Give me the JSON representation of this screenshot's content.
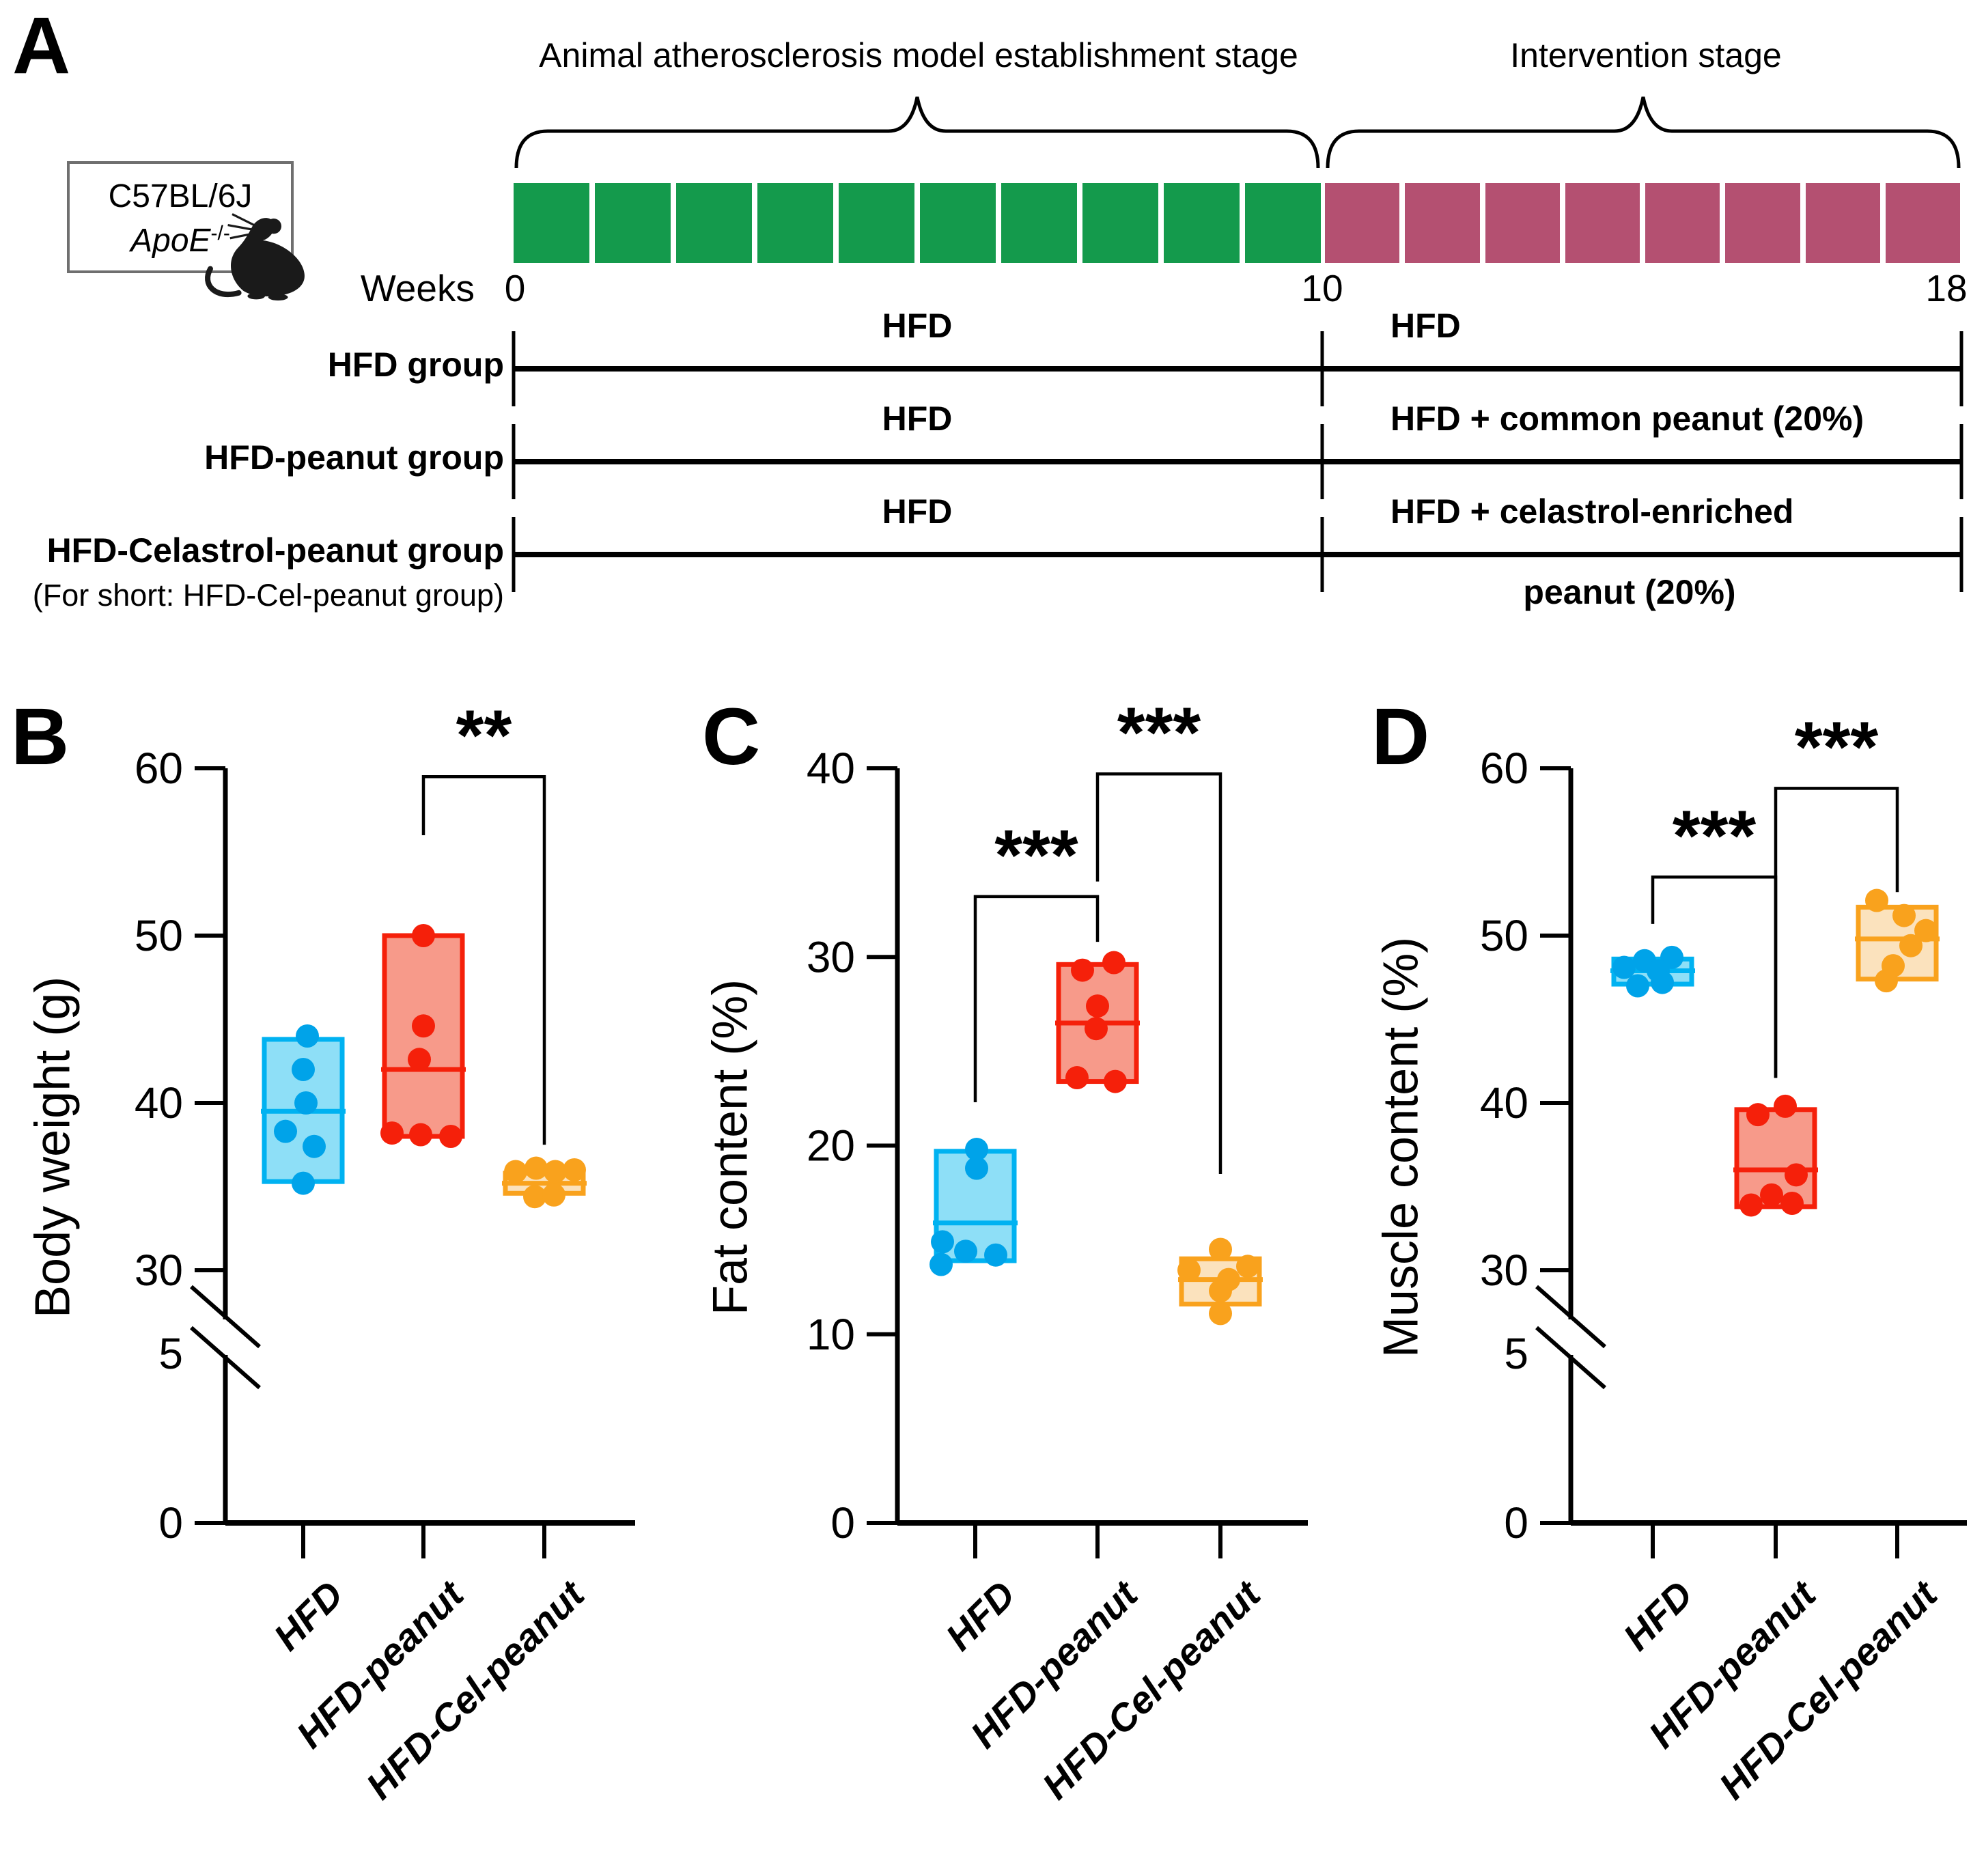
{
  "background": "#ffffff",
  "panelA": {
    "panel_label": "A",
    "stage1_title": "Animal atherosclerosis model establishment stage",
    "stage2_title": "Intervention stage",
    "mouse_box": {
      "line1": "C57BL/6J",
      "line2": "ApoE",
      "line2_sup": "-/-"
    },
    "weeks_label": "Weeks",
    "week_ticks": [
      "0",
      "10",
      "18"
    ],
    "stage1_blocks": 10,
    "stage2_blocks": 8,
    "colors": {
      "stage1_block": "#149a4c",
      "stage2_block": "#b45071"
    },
    "groups": [
      {
        "label": "HFD group",
        "sub": "",
        "seg1": "HFD",
        "seg2": "HFD",
        "seg2b": ""
      },
      {
        "label": "HFD-peanut group",
        "sub": "",
        "seg1": "HFD",
        "seg2": "HFD + common peanut (20%)",
        "seg2b": ""
      },
      {
        "label": "HFD-Celastrol-peanut group",
        "sub": "(For short: HFD-Cel-peanut group)",
        "seg1": "HFD",
        "seg2": "HFD + celastrol-enriched",
        "seg2b": "peanut (20%)"
      }
    ]
  },
  "chart_data": [
    {
      "panel_label": "B",
      "type": "box-scatter",
      "title": "",
      "xlabel": "",
      "ylabel": "Body weight (g)",
      "categories": [
        "HFD",
        "HFD-peanut",
        "HFD-Cel-peanut"
      ],
      "y_axis": {
        "ticks": [
          0,
          30,
          40,
          50,
          60
        ],
        "break_label": "5",
        "axis_break": true,
        "ylim": [
          0,
          60
        ],
        "grid": false
      },
      "series": [
        {
          "name": "HFD",
          "fill": "#8edff7",
          "stroke": "#00b2f1",
          "point_color": "#00a3e9",
          "box": {
            "q1": 35.3,
            "median": 39.5,
            "q3": 43.8
          },
          "points": [
            44.0,
            42.0,
            40.0,
            38.3,
            37.4,
            35.2
          ],
          "jitter": [
            6,
            0,
            4,
            -26,
            16,
            0
          ]
        },
        {
          "name": "HFD-peanut",
          "fill": "#f79a8a",
          "stroke": "#f5200a",
          "point_color": "#f5200a",
          "box": {
            "q1": 38.0,
            "median": 42.0,
            "q3": 50.0
          },
          "points": [
            50.0,
            44.6,
            42.6,
            38.2,
            38.1,
            38.0
          ],
          "jitter": [
            0,
            0,
            -6,
            -46,
            -4,
            40
          ]
        },
        {
          "name": "HFD-Cel-peanut",
          "fill": "#fbe2bd",
          "stroke": "#f9a21d",
          "point_color": "#f9a21d",
          "box": {
            "q1": 34.6,
            "median": 35.2,
            "q3": 35.8
          },
          "points": [
            35.9,
            36.1,
            35.9,
            36.0,
            34.4,
            34.5
          ],
          "jitter": [
            -42,
            -12,
            16,
            44,
            -14,
            14
          ]
        }
      ],
      "significance": [
        {
          "groups": [
            1,
            2
          ],
          "label": "**",
          "bar_y": 59.5,
          "left_end": 56.0,
          "right_end": 37.5
        }
      ]
    },
    {
      "panel_label": "C",
      "type": "box-scatter",
      "title": "",
      "xlabel": "",
      "ylabel": "Fat content (%)",
      "categories": [
        "HFD",
        "HFD-peanut",
        "HFD-Cel-peanut"
      ],
      "y_axis": {
        "ticks": [
          0,
          10,
          20,
          30,
          40
        ],
        "axis_break": false,
        "ylim": [
          0,
          40
        ],
        "grid": false
      },
      "series": [
        {
          "name": "HFD",
          "fill": "#8edff7",
          "stroke": "#00b2f1",
          "point_color": "#00a3e9",
          "box": {
            "q1": 13.9,
            "median": 15.9,
            "q3": 19.7
          },
          "points": [
            19.8,
            18.8,
            14.9,
            14.4,
            14.2,
            13.7
          ],
          "jitter": [
            2,
            2,
            -48,
            -14,
            30,
            -50
          ]
        },
        {
          "name": "HFD-peanut",
          "fill": "#f79a8a",
          "stroke": "#f5200a",
          "point_color": "#f5200a",
          "box": {
            "q1": 23.4,
            "median": 26.5,
            "q3": 29.6
          },
          "points": [
            29.7,
            29.3,
            27.4,
            26.2,
            23.6,
            23.4
          ],
          "jitter": [
            24,
            -22,
            0,
            -2,
            -30,
            26
          ]
        },
        {
          "name": "HFD-Cel-peanut",
          "fill": "#fbe2bd",
          "stroke": "#f9a21d",
          "point_color": "#f9a21d",
          "box": {
            "q1": 11.6,
            "median": 12.9,
            "q3": 14.0
          },
          "points": [
            14.5,
            13.6,
            13.4,
            12.9,
            12.3,
            11.1
          ],
          "jitter": [
            0,
            40,
            -46,
            12,
            0,
            0
          ]
        }
      ],
      "significance": [
        {
          "groups": [
            0,
            1
          ],
          "label": "***",
          "bar_y": 33.2,
          "left_end": 22.3,
          "right_end": 30.8
        },
        {
          "groups": [
            1,
            2
          ],
          "label": "***",
          "bar_y": 39.7,
          "left_end": 34.0,
          "right_end": 18.5
        }
      ]
    },
    {
      "panel_label": "D",
      "type": "box-scatter",
      "title": "",
      "xlabel": "",
      "ylabel": "Muscle content (%)",
      "categories": [
        "HFD",
        "HFD-peanut",
        "HFD-Cel-peanut"
      ],
      "y_axis": {
        "ticks": [
          0,
          30,
          40,
          50,
          60
        ],
        "break_label": "5",
        "axis_break": true,
        "ylim": [
          0,
          60
        ],
        "grid": false
      },
      "series": [
        {
          "name": "HFD",
          "fill": "#8edff7",
          "stroke": "#00b2f1",
          "point_color": "#00a3e9",
          "box": {
            "q1": 47.1,
            "median": 47.9,
            "q3": 48.6
          },
          "points": [
            48.5,
            48.7,
            48.1,
            47.9,
            47.0,
            47.2
          ],
          "jitter": [
            -12,
            28,
            -42,
            8,
            -22,
            14
          ]
        },
        {
          "name": "HFD-peanut",
          "fill": "#f79a8a",
          "stroke": "#f5200a",
          "point_color": "#f5200a",
          "box": {
            "q1": 33.8,
            "median": 36.0,
            "q3": 39.6
          },
          "points": [
            39.8,
            39.3,
            35.7,
            34.5,
            33.9,
            34.0
          ],
          "jitter": [
            14,
            -26,
            30,
            -6,
            -36,
            24
          ]
        },
        {
          "name": "HFD-Cel-peanut",
          "fill": "#fbe2bd",
          "stroke": "#f9a21d",
          "point_color": "#f9a21d",
          "box": {
            "q1": 47.4,
            "median": 49.8,
            "q3": 51.7
          },
          "points": [
            52.1,
            51.2,
            50.3,
            49.4,
            48.2,
            47.3
          ],
          "jitter": [
            -30,
            10,
            42,
            20,
            -6,
            -16
          ]
        }
      ],
      "significance": [
        {
          "groups": [
            0,
            1
          ],
          "label": "***",
          "bar_y": 53.5,
          "left_end": 50.7,
          "right_end": 41.5
        },
        {
          "groups": [
            1,
            2
          ],
          "label": "***",
          "bar_y": 58.8,
          "left_end": 41.5,
          "right_end": 52.6
        }
      ]
    }
  ]
}
